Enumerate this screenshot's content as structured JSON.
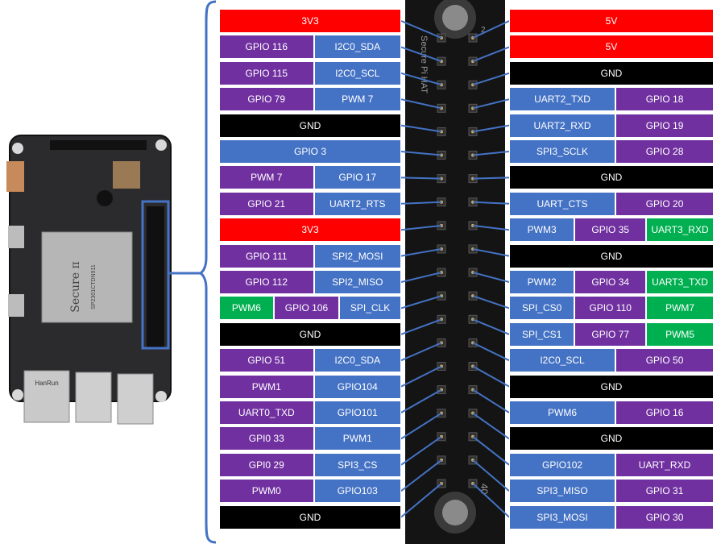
{
  "colors": {
    "power": "#ff0000",
    "ground": "#000000",
    "gpio": "#7030a0",
    "function": "#4472c4",
    "pwm_alt": "#00b050",
    "lead": "#4472c4"
  },
  "board": {
    "brand_text": "Secure π",
    "chip_text": "SP2301CTDN911",
    "lan_chip_text": "HanRun"
  },
  "header": {
    "silkscreen": "Secure Pi HAT",
    "pin_first": "2",
    "pin_last": "40"
  },
  "left_pins": [
    {
      "cells": [
        {
          "text": "3V3",
          "kind": "power"
        }
      ]
    },
    {
      "cells": [
        {
          "text": "GPIO 116",
          "kind": "gpio"
        },
        {
          "text": "I2C0_SDA",
          "kind": "function"
        }
      ]
    },
    {
      "cells": [
        {
          "text": "GPIO 115",
          "kind": "gpio"
        },
        {
          "text": "I2C0_SCL",
          "kind": "function"
        }
      ]
    },
    {
      "cells": [
        {
          "text": "GPIO 79",
          "kind": "gpio"
        },
        {
          "text": "PWM 7",
          "kind": "function"
        }
      ]
    },
    {
      "cells": [
        {
          "text": "GND",
          "kind": "ground"
        }
      ]
    },
    {
      "cells": [
        {
          "text": "GPIO 3",
          "kind": "function"
        }
      ]
    },
    {
      "cells": [
        {
          "text": "PWM 7",
          "kind": "gpio"
        },
        {
          "text": "GPIO 17",
          "kind": "function"
        }
      ]
    },
    {
      "cells": [
        {
          "text": "GPIO 21",
          "kind": "gpio"
        },
        {
          "text": "UART2_RTS",
          "kind": "function"
        }
      ]
    },
    {
      "cells": [
        {
          "text": "3V3",
          "kind": "power"
        }
      ]
    },
    {
      "cells": [
        {
          "text": "GPIO 111",
          "kind": "gpio"
        },
        {
          "text": "SPI2_MOSI",
          "kind": "function"
        }
      ]
    },
    {
      "cells": [
        {
          "text": "GPIO 112",
          "kind": "gpio"
        },
        {
          "text": "SPI2_MISO",
          "kind": "function"
        }
      ]
    },
    {
      "cells": [
        {
          "text": "PWM6",
          "kind": "pwm_alt"
        },
        {
          "text": "GPIO 106",
          "kind": "gpio"
        },
        {
          "text": "SPI_CLK",
          "kind": "function"
        }
      ]
    },
    {
      "cells": [
        {
          "text": "GND",
          "kind": "ground"
        }
      ]
    },
    {
      "cells": [
        {
          "text": "GPIO 51",
          "kind": "gpio"
        },
        {
          "text": "I2C0_SDA",
          "kind": "function"
        }
      ]
    },
    {
      "cells": [
        {
          "text": "PWM1",
          "kind": "gpio"
        },
        {
          "text": "GPIO104",
          "kind": "function"
        }
      ]
    },
    {
      "cells": [
        {
          "text": "UART0_TXD",
          "kind": "gpio"
        },
        {
          "text": "GPIO101",
          "kind": "function"
        }
      ]
    },
    {
      "cells": [
        {
          "text": "GPI0 33",
          "kind": "gpio"
        },
        {
          "text": "PWM1",
          "kind": "function"
        }
      ]
    },
    {
      "cells": [
        {
          "text": "GPI0 29",
          "kind": "gpio"
        },
        {
          "text": "SPI3_CS",
          "kind": "function"
        }
      ]
    },
    {
      "cells": [
        {
          "text": "PWM0",
          "kind": "gpio"
        },
        {
          "text": "GPIO103",
          "kind": "function"
        }
      ]
    },
    {
      "cells": [
        {
          "text": "GND",
          "kind": "ground"
        }
      ]
    }
  ],
  "right_pins": [
    {
      "cells": [
        {
          "text": "5V",
          "kind": "power"
        }
      ]
    },
    {
      "cells": [
        {
          "text": "5V",
          "kind": "power"
        }
      ]
    },
    {
      "cells": [
        {
          "text": "GND",
          "kind": "ground"
        }
      ]
    },
    {
      "cells": [
        {
          "text": "UART2_TXD",
          "kind": "function"
        },
        {
          "text": "GPIO 18",
          "kind": "gpio"
        }
      ]
    },
    {
      "cells": [
        {
          "text": "UART2_RXD",
          "kind": "function"
        },
        {
          "text": "GPIO 19",
          "kind": "gpio"
        }
      ]
    },
    {
      "cells": [
        {
          "text": "SPI3_SCLK",
          "kind": "function"
        },
        {
          "text": "GPIO 28",
          "kind": "gpio"
        }
      ]
    },
    {
      "cells": [
        {
          "text": "GND",
          "kind": "ground"
        }
      ]
    },
    {
      "cells": [
        {
          "text": "UART_CTS",
          "kind": "function"
        },
        {
          "text": "GPIO 20",
          "kind": "gpio"
        }
      ]
    },
    {
      "cells": [
        {
          "text": "PWM3",
          "kind": "function"
        },
        {
          "text": "GPIO 35",
          "kind": "gpio"
        },
        {
          "text": "UART3_RXD",
          "kind": "pwm_alt"
        }
      ]
    },
    {
      "cells": [
        {
          "text": "GND",
          "kind": "ground"
        }
      ]
    },
    {
      "cells": [
        {
          "text": "PWM2",
          "kind": "function"
        },
        {
          "text": "GPIO 34",
          "kind": "gpio"
        },
        {
          "text": "UART3_TXD",
          "kind": "pwm_alt"
        }
      ]
    },
    {
      "cells": [
        {
          "text": "SPI_CS0",
          "kind": "function"
        },
        {
          "text": "GPIO 110",
          "kind": "gpio"
        },
        {
          "text": "PWM7",
          "kind": "pwm_alt"
        }
      ]
    },
    {
      "cells": [
        {
          "text": "SPI_CS1",
          "kind": "function"
        },
        {
          "text": "GPIO 77",
          "kind": "gpio"
        },
        {
          "text": "PWM5",
          "kind": "pwm_alt"
        }
      ]
    },
    {
      "cells": [
        {
          "text": "I2C0_SCL",
          "kind": "function"
        },
        {
          "text": "GPIO 50",
          "kind": "gpio"
        }
      ]
    },
    {
      "cells": [
        {
          "text": "GND",
          "kind": "ground"
        }
      ]
    },
    {
      "cells": [
        {
          "text": "PWM6",
          "kind": "function"
        },
        {
          "text": "GPIO 16",
          "kind": "gpio"
        }
      ]
    },
    {
      "cells": [
        {
          "text": "GND",
          "kind": "ground"
        }
      ]
    },
    {
      "cells": [
        {
          "text": "GPIO102",
          "kind": "function"
        },
        {
          "text": "UART_RXD",
          "kind": "gpio"
        }
      ]
    },
    {
      "cells": [
        {
          "text": "SPI3_MISO",
          "kind": "function"
        },
        {
          "text": "GPIO 31",
          "kind": "gpio"
        }
      ]
    },
    {
      "cells": [
        {
          "text": "SPI3_MOSI",
          "kind": "function"
        },
        {
          "text": "GPIO 30",
          "kind": "gpio"
        }
      ]
    }
  ]
}
